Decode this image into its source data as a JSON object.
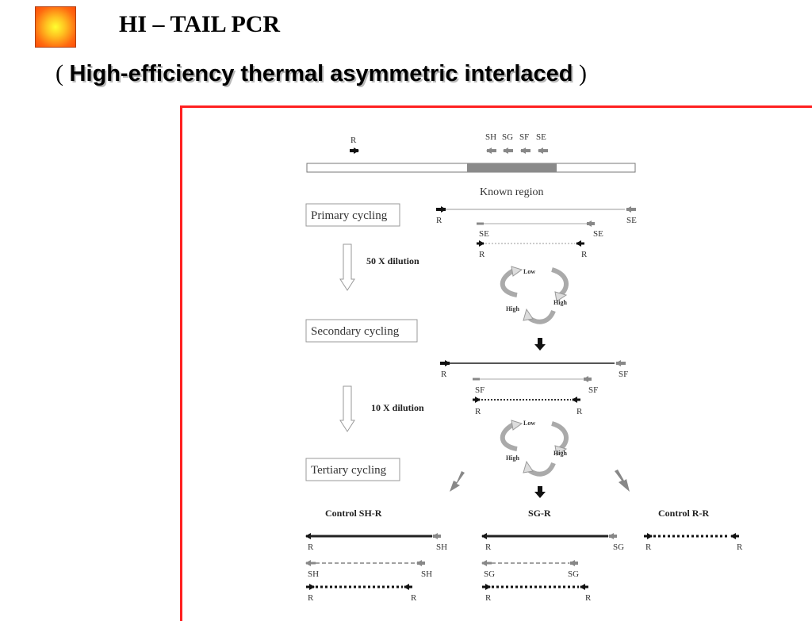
{
  "slide": {
    "title": "HI – TAIL PCR",
    "subtitle_open": "( ",
    "subtitle_text": "High-efficiency thermal asymmetric interlaced",
    "subtitle_close": " )"
  },
  "diagram": {
    "top_primers": {
      "r": "R",
      "sh": "SH",
      "sg": "SG",
      "sf": "SF",
      "se": "SE"
    },
    "known_region": "Known region",
    "primary": {
      "box": "Primary cycling",
      "r1": "R",
      "se1": "SE",
      "se2a": "SE",
      "se2b": "SE",
      "r3a": "R",
      "r3b": "R"
    },
    "dilution1": "50 X dilution",
    "cycle1": {
      "low": "Low",
      "high_left": "High",
      "high_right": "High"
    },
    "secondary": {
      "box": "Secondary cycling",
      "r1": "R",
      "sf1": "SF",
      "sf2a": "SF",
      "sf2b": "SF",
      "r3a": "R",
      "r3b": "R"
    },
    "dilution2": "10 X dilution",
    "cycle2": {
      "low": "Low",
      "high_left": "High",
      "high_right": "High"
    },
    "tertiary": {
      "box": "Tertiary cycling"
    },
    "control_sh": {
      "header": "Control  SH-R",
      "r1": "R",
      "sh1": "SH",
      "sh2a": "SH",
      "sh2b": "SH",
      "r3a": "R",
      "r3b": "R"
    },
    "sg_r": {
      "header": "SG-R",
      "r1": "R",
      "sg1": "SG",
      "sg2a": "SG",
      "sg2b": "SG",
      "r3a": "R",
      "r3b": "R"
    },
    "control_rr": {
      "header": "Control  R-R",
      "ra": "R",
      "rb": "R"
    }
  }
}
